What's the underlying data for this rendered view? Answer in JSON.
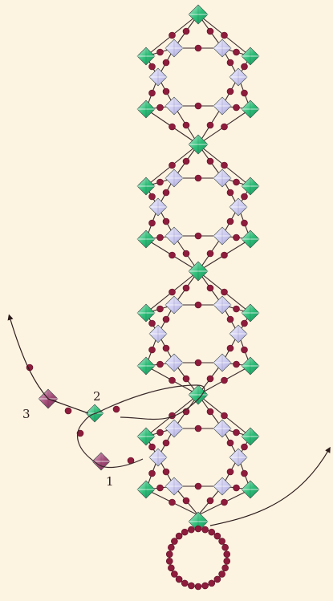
{
  "diagram": {
    "background_color": "#fdf3e1",
    "colors": {
      "thread": "#3a2a2a",
      "seed_bead": "#8e1c3c",
      "bicone_green": "#2fbf7a",
      "bicone_green_light": "#bff0d6",
      "bicone_lavender": "#c9c7ee",
      "bicone_lavender_light": "#f2f1ff",
      "bicone_mauve": "#a04a76",
      "bicone_mauve_light": "#e7b6cf"
    },
    "step_labels": [
      "1",
      "2",
      "3"
    ],
    "motif_count": 4,
    "clasp_loop": "seed-bead-ring"
  }
}
